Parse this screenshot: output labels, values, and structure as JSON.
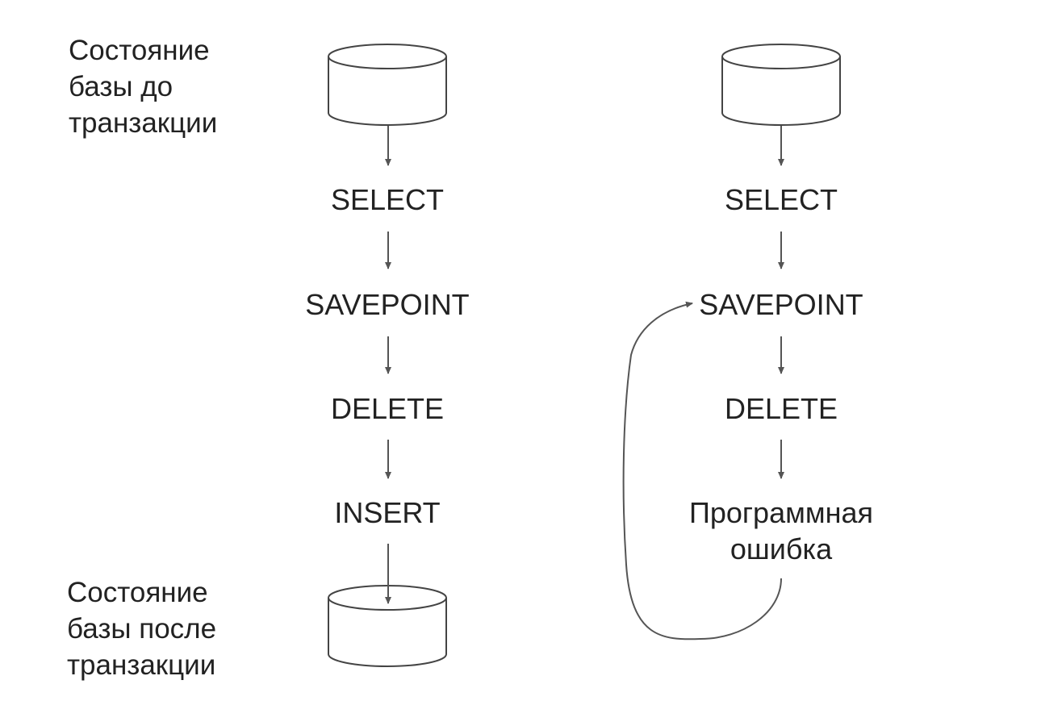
{
  "side_labels": {
    "before": "Состояние\nбазы до\nтранзакции",
    "after": "Состояние\nбазы после\nтранзакции"
  },
  "left_flow": {
    "steps": [
      "SELECT",
      "SAVEPOINT",
      "DELETE",
      "INSERT"
    ]
  },
  "right_flow": {
    "steps": [
      "SELECT",
      "SAVEPOINT",
      "DELETE",
      "Программная\nошибка"
    ]
  },
  "colors": {
    "text": "#222222",
    "arrow": "#555555",
    "database_outline": "#444444"
  }
}
